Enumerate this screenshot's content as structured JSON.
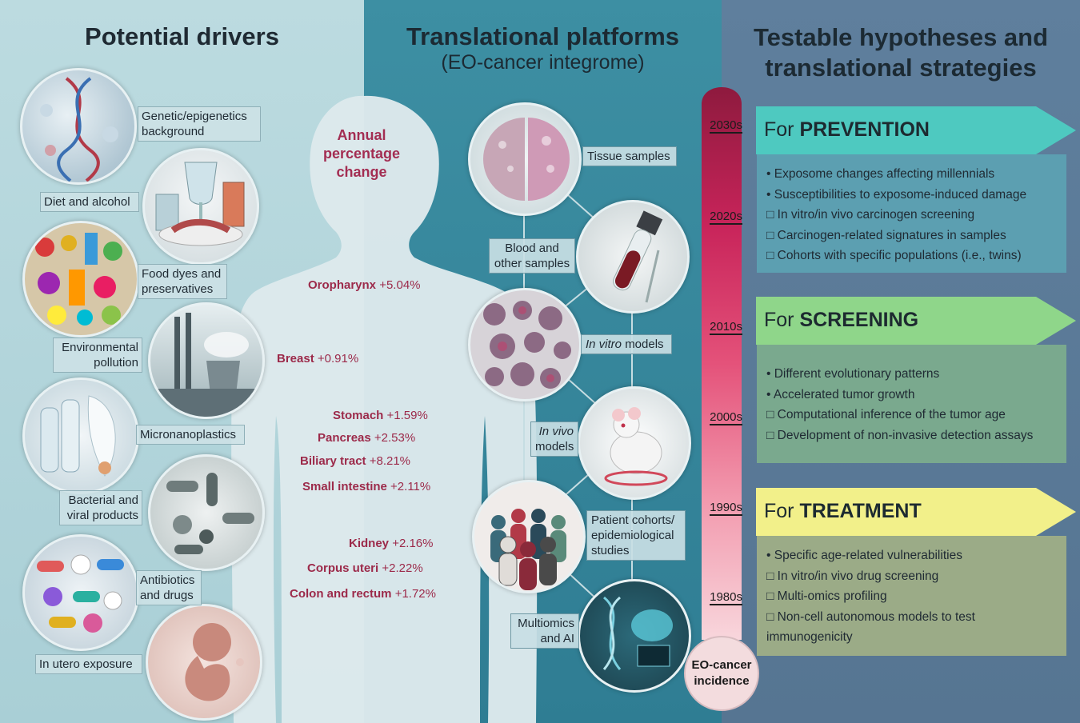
{
  "titles": {
    "drivers": "Potential drivers",
    "platforms": "Translational platforms",
    "platforms_sub": "(EO-cancer integrome)",
    "strategies_line1": "Testable hypotheses and",
    "strategies_line2": "translational strategies"
  },
  "drivers": [
    {
      "label_line1": "Genetic/epigenetics",
      "label_line2": "background",
      "icon": "dna-icon"
    },
    {
      "label_line1": "Diet and alcohol",
      "label_line2": "",
      "icon": "glass-food-icon"
    },
    {
      "label_line1": "Food dyes and",
      "label_line2": "preservatives",
      "icon": "candy-icon"
    },
    {
      "label_line1": "Environmental",
      "label_line2": "pollution",
      "icon": "factory-icon"
    },
    {
      "label_line1": "Micronanoplastics",
      "label_line2": "",
      "icon": "plastic-bottle-icon"
    },
    {
      "label_line1": "Bacterial and",
      "label_line2": "viral products",
      "icon": "bacteria-icon"
    },
    {
      "label_line1": "Antibiotics",
      "label_line2": "and drugs",
      "icon": "pills-icon"
    },
    {
      "label_line1": "In utero exposure",
      "label_line2": "",
      "icon": "fetus-icon"
    }
  ],
  "body": {
    "heading_line1": "Annual",
    "heading_line2": "percentage",
    "heading_line3": "change",
    "cancers": [
      {
        "name": "Oropharynx",
        "value": "+5.04%"
      },
      {
        "name": "Breast",
        "value": "+0.91%"
      },
      {
        "name": "Stomach",
        "value": "+1.59%"
      },
      {
        "name": "Pancreas",
        "value": "+2.53%"
      },
      {
        "name": "Biliary tract",
        "value": "+8.21%"
      },
      {
        "name": "Small intestine",
        "value": "+2.11%"
      },
      {
        "name": "Kidney",
        "value": "+2.16%"
      },
      {
        "name": "Corpus uteri",
        "value": "+2.22%"
      },
      {
        "name": "Colon and rectum",
        "value": "+1.72%"
      }
    ]
  },
  "platforms": [
    {
      "label_line1": "Tissue samples",
      "label_line2": "",
      "icon": "tissue-petri-icon"
    },
    {
      "label_line1": "Blood and",
      "label_line2": "other samples",
      "icon": "blood-tube-icon"
    },
    {
      "label_line1": "In vitro",
      "label_line2": "models",
      "icon": "cells-icon"
    },
    {
      "label_line1": "In vivo",
      "label_line2": "models",
      "icon": "mouse-icon"
    },
    {
      "label_line1": "Patient cohorts/",
      "label_line2": "epidemiological",
      "label_line3": "studies",
      "icon": "people-icon"
    },
    {
      "label_line1": "Multiomics",
      "label_line2": "and AI",
      "icon": "ai-brain-icon"
    }
  ],
  "timeline": {
    "ticks": [
      "2030s",
      "2020s",
      "2010s",
      "2000s",
      "1990s",
      "1980s"
    ],
    "bottom_line1": "EO-cancer",
    "bottom_line2": "incidence",
    "gradient_top": "#8e1a3e",
    "gradient_bottom": "#f8d6dc"
  },
  "strategies": [
    {
      "prefix": "For ",
      "keyword": "PREVENTION",
      "color": "#4ec9c0",
      "box_color": "#5a9fb0",
      "items": [
        "• Exposome changes affecting millennials",
        "• Susceptibilities to exposome-induced damage",
        "□ In vitro/in vivo carcinogen screening",
        "□ Carcinogen-related signatures in samples",
        "□ Cohorts with specific populations (i.e., twins)"
      ]
    },
    {
      "prefix": "For ",
      "keyword": "SCREENING",
      "color": "#8fd68a",
      "box_color": "#7aa98c",
      "items": [
        "• Different evolutionary patterns",
        "• Accelerated tumor growth",
        "□ Computational inference of the tumor age",
        "□ Development of non-invasive detection assays"
      ]
    },
    {
      "prefix": "For ",
      "keyword": "TREATMENT",
      "color": "#f2f08a",
      "box_color": "#9aa985",
      "items": [
        "• Specific age-related vulnerabilities",
        "□ In vitro/in vivo drug screening",
        "□ Multi-omics profiling",
        "□ Non-cell autonomous models to test",
        "immunogenicity"
      ]
    }
  ]
}
